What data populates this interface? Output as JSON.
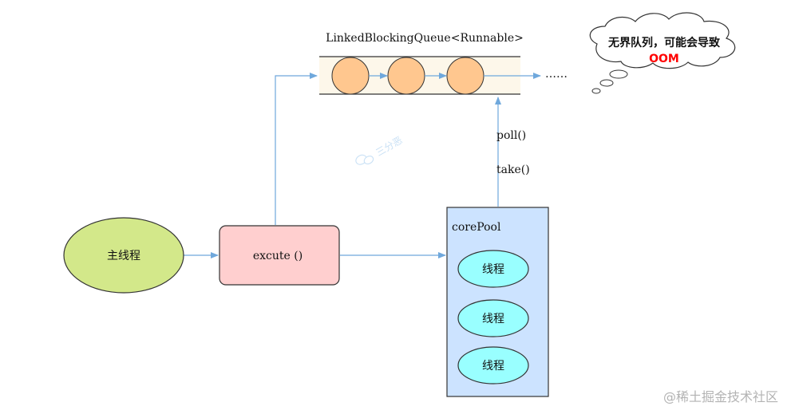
{
  "queue": {
    "label": "LinkedBlockingQueue<Runnable>",
    "ellipsis": "……"
  },
  "cloud": {
    "line1": "无界队列，可能会导致",
    "line2": "OOM"
  },
  "main_thread": {
    "label": "主线程"
  },
  "execute": {
    "label": "excute ()"
  },
  "pool": {
    "label": "corePool",
    "threads": [
      "线程",
      "线程",
      "线程"
    ]
  },
  "methods": {
    "poll": "poll()",
    "take": "take()"
  },
  "watermark": {
    "center": "三分恶",
    "corner": "@稀土掘金技术社区"
  },
  "colors": {
    "arrow": "#6fa8dc",
    "main_fill": "#d3e88a",
    "execute_fill": "#ffcfcf",
    "pool_fill": "#cce3ff",
    "thread_fill": "#99ffff",
    "queue_item_fill": "#ffc78f",
    "queue_band": "#fdf7ea",
    "oom_red": "#ff0000"
  }
}
